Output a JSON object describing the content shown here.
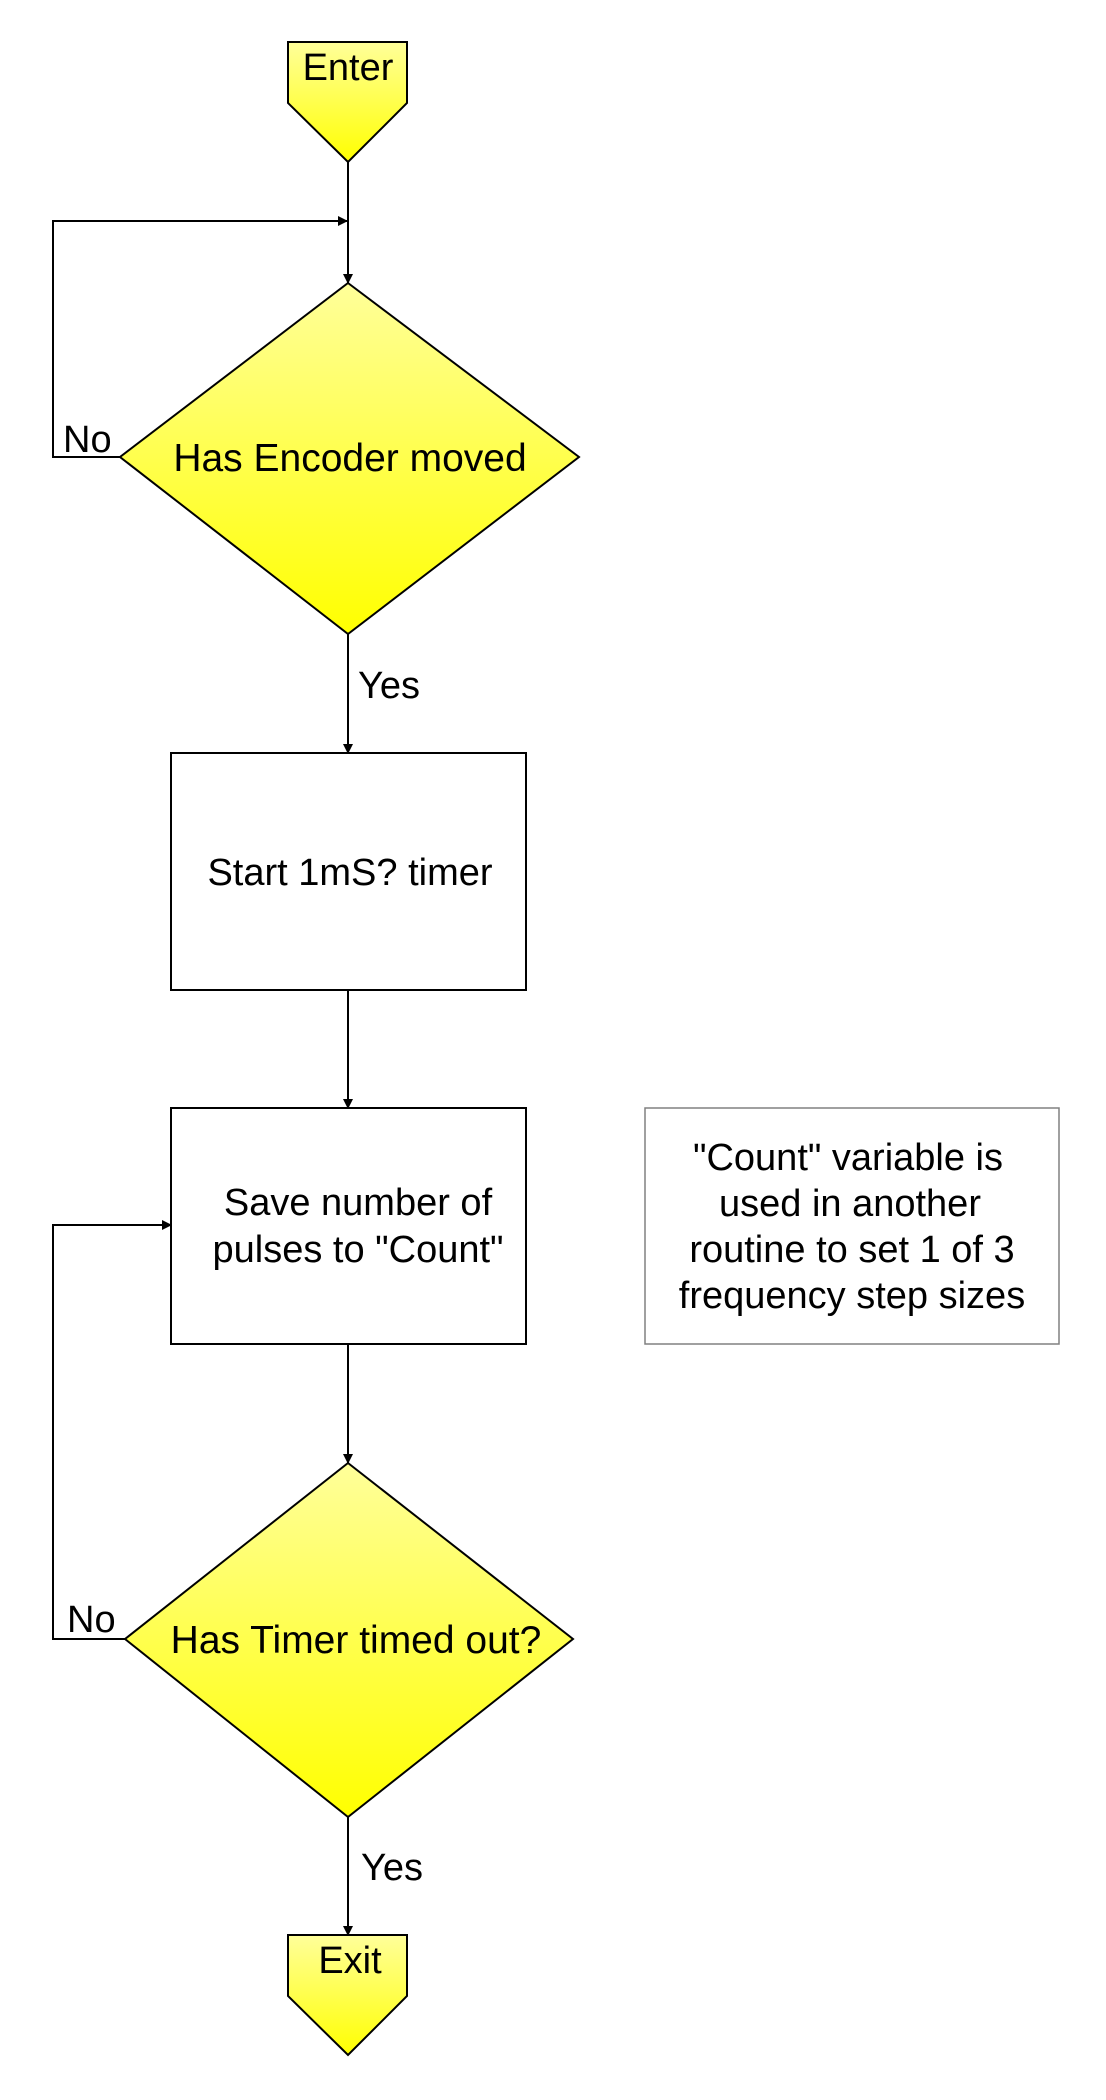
{
  "diagram": {
    "nodes": {
      "enter": {
        "type": "terminal-in",
        "label": "Enter"
      },
      "has_encoder_moved": {
        "type": "decision",
        "label": "Has Encoder moved"
      },
      "start_timer": {
        "type": "process",
        "label": "Start 1mS? timer"
      },
      "save_pulses": {
        "type": "process",
        "lines": [
          "Save number of",
          "pulses to \"Count\""
        ]
      },
      "has_timer_timed_out": {
        "type": "decision",
        "label": "Has Timer timed out?"
      },
      "exit": {
        "type": "terminal-out",
        "label": "Exit"
      }
    },
    "note": {
      "lines": [
        "\"Count\" variable is",
        "used in another",
        "routine to set 1 of 3",
        "frequency step sizes"
      ]
    },
    "edges": [
      {
        "from": "enter",
        "to": "has_encoder_moved",
        "label": ""
      },
      {
        "from": "has_encoder_moved",
        "to": "has_encoder_moved",
        "label": "No"
      },
      {
        "from": "has_encoder_moved",
        "to": "start_timer",
        "label": "Yes"
      },
      {
        "from": "start_timer",
        "to": "save_pulses",
        "label": ""
      },
      {
        "from": "save_pulses",
        "to": "has_timer_timed_out",
        "label": ""
      },
      {
        "from": "has_timer_timed_out",
        "to": "save_pulses",
        "label": "No"
      },
      {
        "from": "has_timer_timed_out",
        "to": "exit",
        "label": "Yes"
      }
    ]
  },
  "colors": {
    "fill_top": "#ffff9a",
    "fill_bottom": "#ffff00",
    "stroke": "#000000",
    "note_border": "#808080"
  }
}
